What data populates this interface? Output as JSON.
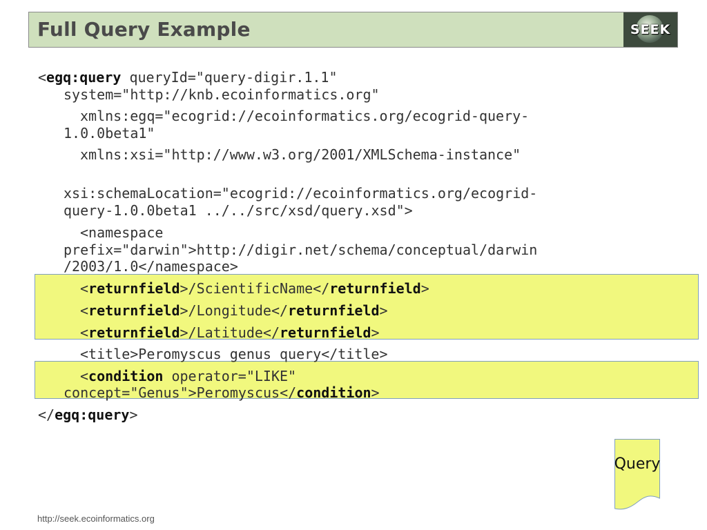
{
  "slide": {
    "title": "Full Query Example",
    "logo_text": "SEEK",
    "footer_url": "http://seek.ecoinformatics.org",
    "query_button_label": "Query",
    "highlight_color": "#f1f87e",
    "title_bar_color": "#cfe0bd"
  },
  "code": {
    "l1": {
      "a": "<",
      "b": "egq:query",
      "c": " queryId=\"query-digir.1.1\""
    },
    "l2": "system=\"http://knb.ecoinformatics.org\"",
    "l3": "xmlns:egq=\"ecogrid://ecoinformatics.org/ecogrid-query-",
    "l4": "1.0.0beta1\"",
    "l5": "xmlns:xsi=\"http://www.w3.org/2001/XMLSchema-instance\"",
    "l6": "xsi:schemaLocation=\"ecogrid://ecoinformatics.org/ecogrid-",
    "l7": "query-1.0.0beta1 ../../src/xsd/query.xsd\">",
    "l8": "<namespace",
    "l9": "prefix=\"darwin\">http://digir.net/schema/conceptual/darwin",
    "l10": "/2003/1.0</namespace>",
    "rf1": {
      "a": "<",
      "b": "returnfield",
      "c": ">/ScientificName</",
      "d": "returnfield",
      "e": ">"
    },
    "rf2": {
      "a": "<",
      "b": "returnfield",
      "c": ">/Longitude</",
      "d": "returnfield",
      "e": ">"
    },
    "rf3": {
      "a": "<",
      "b": "returnfield",
      "c": ">/Latitude</",
      "d": "returnfield",
      "e": ">"
    },
    "title_line": "<title>Peromyscus genus query</title>",
    "cond1": {
      "a": "<",
      "b": "condition",
      "c": " operator=\"LIKE\""
    },
    "cond2": {
      "a": "concept=\"Genus\">Peromyscus</",
      "b": "condition",
      "c": ">"
    },
    "close": {
      "a": "</",
      "b": "egq:query",
      "c": ">"
    }
  }
}
